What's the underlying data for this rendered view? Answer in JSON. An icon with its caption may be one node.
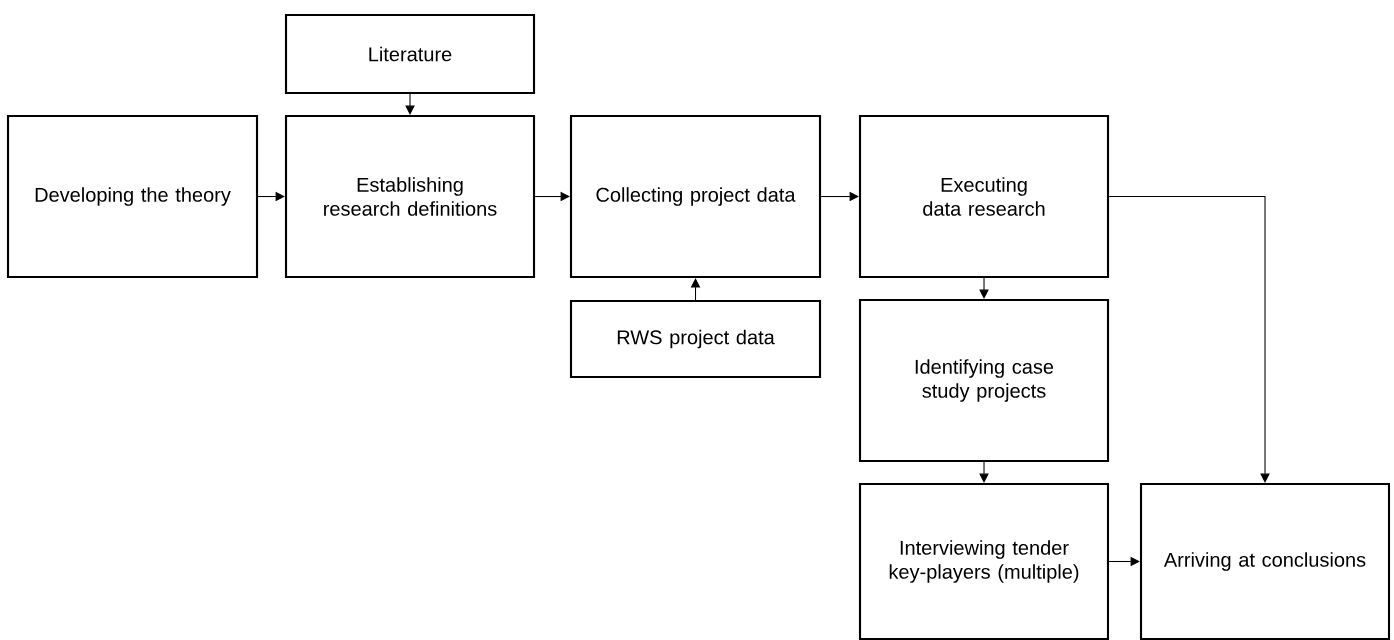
{
  "diagram": {
    "nodes": [
      {
        "text": [
          "Literature"
        ]
      },
      {
        "text": [
          "Developing the theory"
        ]
      },
      {
        "text": [
          "Establishing research definitions"
        ]
      },
      {
        "text": [
          "Collecting project data"
        ]
      },
      {
        "text": [
          "RWS project data"
        ]
      },
      {
        "text": [
          "Executing data research"
        ]
      },
      {
        "text": [
          "Identifying case study projects"
        ]
      },
      {
        "text": [
          "Interviewing tender key-players (multiple)"
        ]
      },
      {
        "text": [
          "Arriving at conclusions"
        ]
      }
    ],
    "edges": [
      {
        "from": 1,
        "to": 2,
        "arrow": "to"
      },
      {
        "from": 0,
        "to": 2,
        "arrow": "to"
      },
      {
        "from": 2,
        "to": 3,
        "arrow": "to"
      },
      {
        "from": 4,
        "to": 3,
        "arrow": "to"
      },
      {
        "from": 3,
        "to": 5,
        "arrow": "to"
      },
      {
        "from": 5,
        "to": 6,
        "arrow": "to"
      },
      {
        "from": 5,
        "to": 8,
        "arrow": "to"
      },
      {
        "from": 6,
        "to": 7,
        "arrow": "to"
      },
      {
        "from": 7,
        "to": 8,
        "arrow": "to"
      }
    ]
  }
}
